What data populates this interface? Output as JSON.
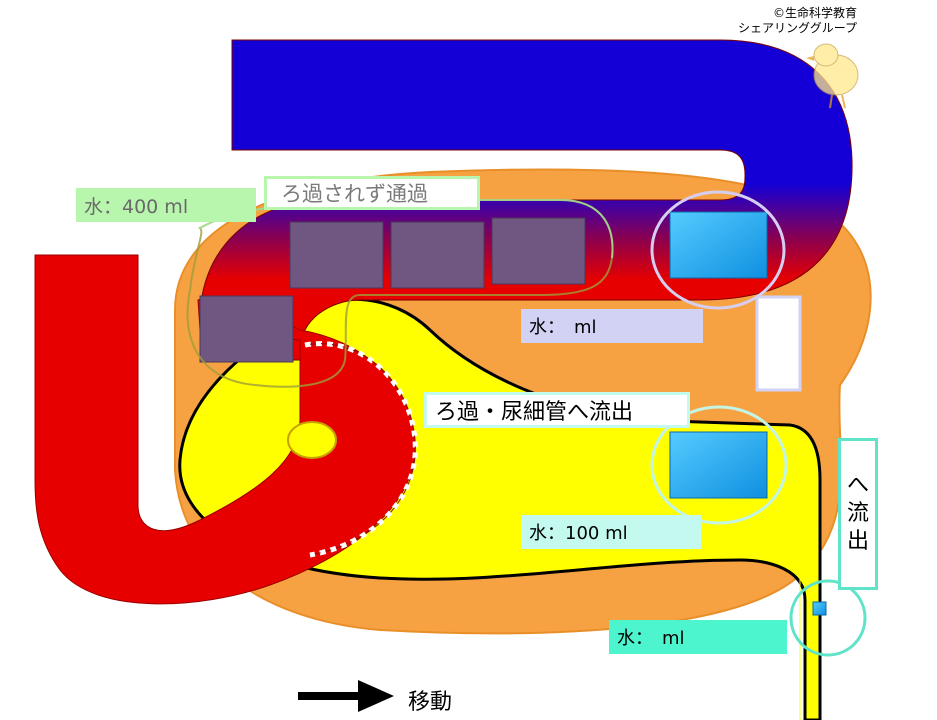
{
  "credit": {
    "line1": "©生命科学教育",
    "line2": "シェアリンググループ"
  },
  "labels": {
    "not_filtered": "ろ過されず通過",
    "water_400": "水：400 ml",
    "water_blank_top": "水：　ml",
    "filtration_outflow": "ろ過・尿細管へ流出",
    "water_100": "水：100 ml",
    "water_blank_bottom": "水：　ml",
    "outflow_vertical": [
      "へ",
      "流",
      "出"
    ],
    "move": "移動"
  },
  "colors": {
    "artery": "#e60000",
    "vein": "#1400d6",
    "capsule": "#f7a242",
    "filtrate": "#ffff00",
    "plasma_protein": "#6f5782",
    "water_block": "#1aa3e8",
    "label_green": "#b8f5ad",
    "label_lavender": "#d2d2f5",
    "label_cyan": "#c4f9ef",
    "label_teal": "#4cf5cd"
  }
}
